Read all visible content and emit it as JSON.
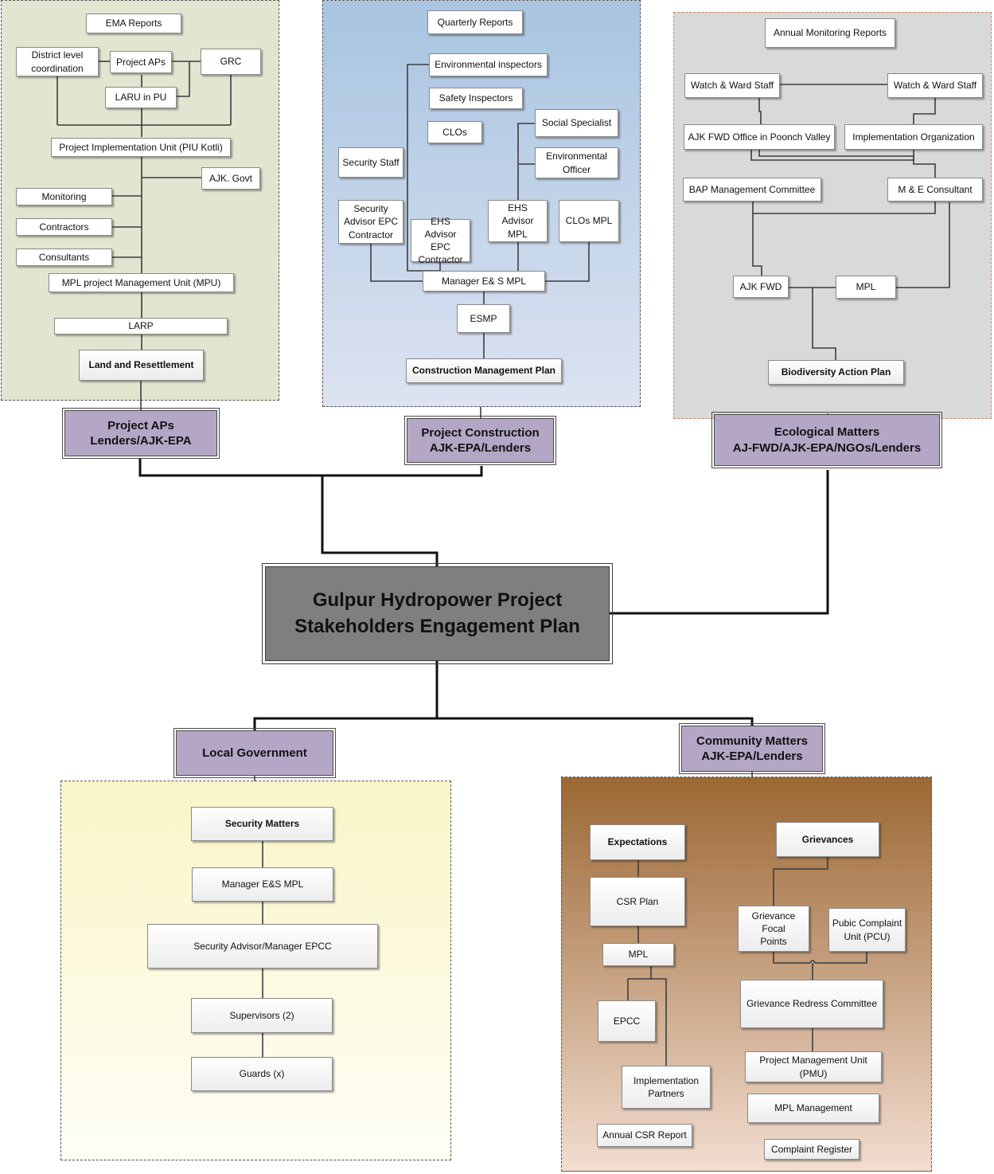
{
  "central": {
    "title": "Gulpur Hydropower Project\nStakeholders Engagement Plan"
  },
  "categories": {
    "project_aps": "Project APs\nLenders/AJK-EPA",
    "project_construction": "Project Construction\nAJK-EPA/Lenders",
    "ecological_matters": "Ecological Matters\nAJ-FWD/AJK-EPA/NGOs/Lenders",
    "local_government": "Local Government",
    "community_matters": "Community Matters\nAJK-EPA/Lenders"
  },
  "project_aps": {
    "ema_reports": "EMA Reports",
    "district_coordination": "District level\ncoordination",
    "project_aps": "Project APs",
    "grc": "GRC",
    "laru": "LARU  in PU",
    "piu": "Project Implementation Unit (PIU Kotli)",
    "ajk_govt": "AJK. Govt",
    "monitoring": "Monitoring",
    "contractors": "Contractors",
    "consultants": "Consultants",
    "mpu": "MPL project Management Unit (MPU)",
    "larp": "LARP",
    "land_resettlement": "Land and Resettlement"
  },
  "construction": {
    "quarterly_reports": "Quarterly Reports",
    "environmental_inspectors": "Environmental inspectors",
    "safety_inspectors": "Safety Inspectors",
    "clos": "CLOs",
    "social_specialist": "Social Specialist",
    "environmental_officer": "Environmental\nOfficer",
    "security_staff": "Security Staff",
    "security_advisor": "Security\nAdvisor EPC\nContractor",
    "ehs_advisor_epc": "EHS Advisor\nEPC\nContractor",
    "ehs_advisor_mpl": "EHS Advisor\nMPL",
    "clos_mpl": "CLOs MPL",
    "manager_es": "Manager E& S MPL",
    "esmp": "ESMP",
    "cmp": "Construction Management Plan"
  },
  "ecological": {
    "annual_reports": "Annual Monitoring Reports",
    "watch_ward_1": "Watch & Ward Staff",
    "watch_ward_2": "Watch &  Ward Staff",
    "ajk_fwd_office": "AJK FWD Office in Poonch Valley",
    "implementation_org": "Implementation Organization",
    "bap_committee": "BAP Management Committee",
    "me_consultant": "M & E Consultant",
    "ajk_fwd": "AJK FWD",
    "mpl": "MPL",
    "bap": "Biodiversity Action Plan"
  },
  "local_government": {
    "security_matters": "Security Matters",
    "manager_es": "Manager E&S MPL",
    "security_advisor": "Security Advisor/Manager EPCC",
    "supervisors": "Supervisors (2)",
    "guards": "Guards (x)"
  },
  "community": {
    "expectations": "Expectations",
    "grievances": "Grievances",
    "csr_plan": "CSR Plan",
    "mpl": "MPL",
    "epcc": "EPCC",
    "implementation_partners": "Implementation\nPartners",
    "annual_csr": "Annual CSR Report",
    "focal_points": "Grievance Focal\nPoints",
    "pcu": "Pubic Complaint\nUnit (PCU)",
    "grc": "Grievance Redress Committee",
    "pmu": "Project Management Unit\n(PMU)",
    "mpl_management": "MPL Management",
    "complaint_register": "Complaint Register"
  }
}
